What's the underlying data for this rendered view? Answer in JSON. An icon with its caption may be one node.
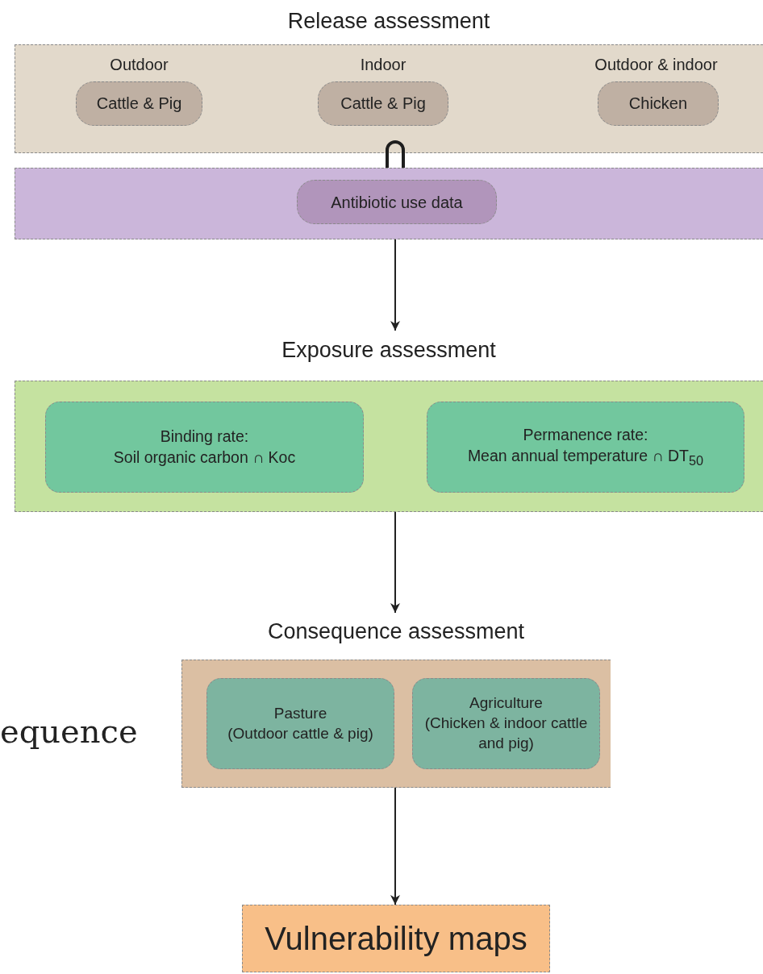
{
  "diagram": {
    "nodes": [
      {
        "text": [
          "Release assessment"
        ]
      },
      {
        "text": [
          "Outdoor",
          "Cattle & Pig"
        ],
        "in": 0
      },
      {
        "text": [
          "Indoor",
          "Cattle & Pig"
        ],
        "in": 0
      },
      {
        "text": [
          "Outdoor & indoor",
          "Chicken"
        ],
        "in": 0
      },
      {
        "text": [],
        "shape": "box"
      },
      {
        "text": [
          "Antibiotic use data"
        ],
        "in": 4
      },
      {
        "text": [
          "Exposure assessment"
        ]
      },
      {
        "text": [
          "Binding rate:",
          "Soil organic carbon ∩ Koc"
        ],
        "in": 6
      },
      {
        "text": [
          "Permanence rate:",
          "Mean annual temperature ∩ DT$_{50}$"
        ],
        "in": 6
      },
      {
        "text": [
          "Consequence assessment"
        ]
      },
      {
        "text": [
          "Pasture",
          "(Outdoor cattle & pig)"
        ],
        "in": 9
      },
      {
        "text": [
          "Agriculture",
          "(Chicken & indoor cattle and pig)"
        ],
        "in": 9
      },
      {
        "text": [
          "Vulnerability maps"
        ]
      }
    ],
    "edges": [
      {
        "from": 4,
        "to": 6,
        "arrow": "to"
      },
      {
        "from": 6,
        "to": 9,
        "arrow": "to"
      },
      {
        "from": 9,
        "to": 12,
        "arrow": "to"
      }
    ],
    "labels": [
      "equence"
    ]
  }
}
